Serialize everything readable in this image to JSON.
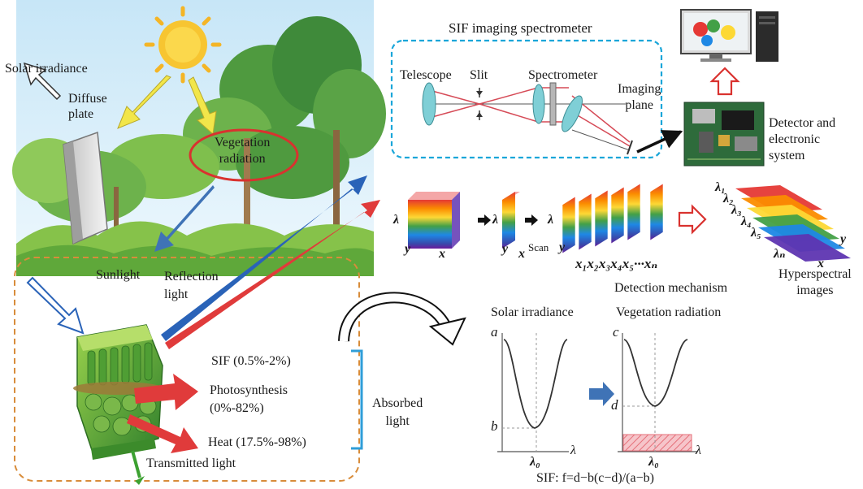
{
  "labels": {
    "solar_irradiance": "Solar irradiance",
    "diffuse_plate": "Diffuse\nplate",
    "vegetation_radiation": "Vegetation\nradiation",
    "sif_imaging_spectrometer": "SIF imaging spectrometer",
    "telescope": "Telescope",
    "slit": "Slit",
    "spectrometer": "Spectrometer",
    "imaging_plane": "Imaging\nplane",
    "detector_system": "Detector and\nelectronic\nsystem",
    "sunlight": "Sunlight",
    "reflection_light": "Reflection\nlight",
    "sif_pct": "SIF (0.5%-2%)",
    "photosynthesis": "Photosynthesis\n(0%-82%)",
    "heat": "Heat (17.5%-98%)",
    "absorbed_light": "Absorbed\nlight",
    "transmitted_light": "Transmitted light",
    "detection_mechanism": "Detection mechanism",
    "hyperspectral_images": "Hyperspectral\nimages",
    "scan": "Scan",
    "solar_irradiance_plot": "Solar irradiance",
    "vegetation_radiation_plot": "Vegetation radiation",
    "sif_formula": "SIF: f=d−b(c−d)/(a−b)"
  },
  "cube_symbols": {
    "lambda": "λ",
    "x": "x",
    "y": "y",
    "x_sequence": "x₁x₂x₃x₄x₅···xₙ",
    "lambda_sequence": [
      "λ₁",
      "λ₂",
      "λ₃",
      "λ₄",
      "λ₅",
      "λₙ"
    ]
  },
  "plot_symbols": {
    "a": "a",
    "b": "b",
    "c": "c",
    "d": "d",
    "lambda": "λ",
    "lambda0": "λ₀"
  },
  "colors": {
    "sky": "#cfe8f6",
    "grass": "#86c24a",
    "tree_dark": "#3f8a3a",
    "tree_light": "#7fbf4d",
    "sun": "#f7c531",
    "arrow_yellow": "#f2e64a",
    "arrow_blue": "#2a63b8",
    "arrow_red": "#e03b3b",
    "arrow_steel": "#3f73b6",
    "dashed_blue": "#1aa6d9",
    "dashed_orange": "#d88c3a",
    "ellipse_red": "#d9322f",
    "bracket_blue": "#2f9ed8",
    "lens": "#7fcfd6",
    "ray_red": "#d64b57",
    "hatch_pink": "#e5707a",
    "outline_red_arrow": "#d9322f"
  }
}
